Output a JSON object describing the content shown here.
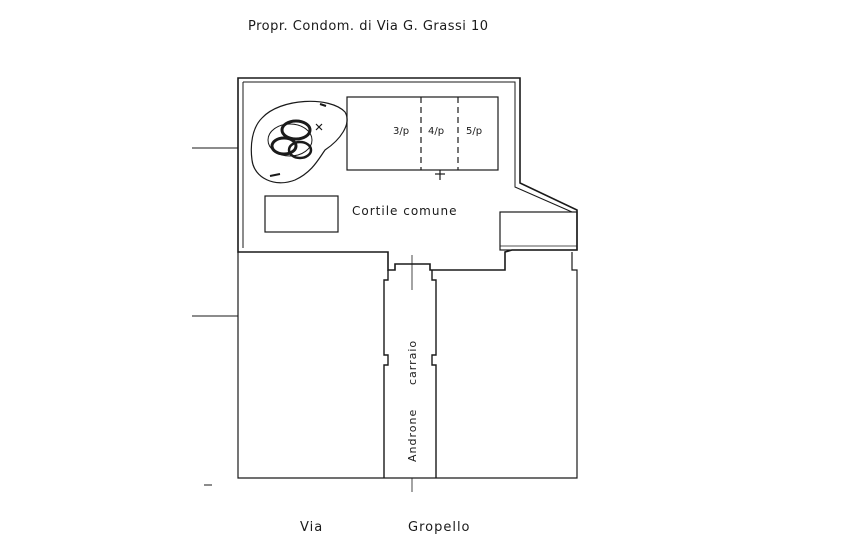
{
  "header": {
    "title": "Propr. Condom. di Via G. Grassi 10"
  },
  "plan": {
    "courtyard_label": "Cortile comune",
    "passage_label_1": "Androne",
    "passage_label_2": "carraio",
    "stall_labels": [
      "3/p",
      "4/p",
      "5/p"
    ]
  },
  "street": {
    "word1": "Via",
    "word2": "Gropello"
  },
  "colors": {
    "ink": "#1a1a1a",
    "paper": "#ffffff"
  }
}
